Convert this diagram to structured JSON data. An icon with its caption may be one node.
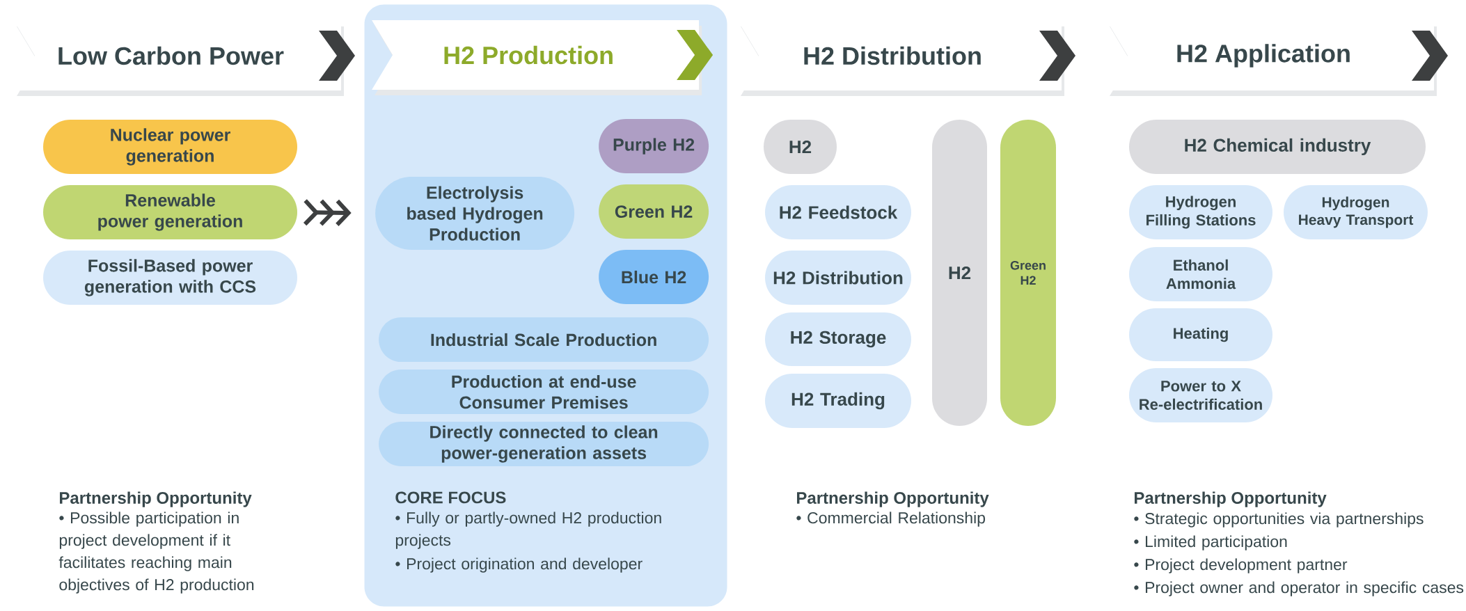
{
  "diagram": {
    "nodes": [
      {
        "text": [
          "Low Carbon Power"
        ]
      },
      {
        "text": [],
        "shape": "box"
      },
      {
        "text": [
          "H2 Production"
        ],
        "in": 1
      },
      {
        "text": [
          "H2 Distribution"
        ]
      },
      {
        "text": [
          "H2 Application"
        ]
      },
      {
        "text": [
          "Nuclear power generation"
        ]
      },
      {
        "text": [
          "Renewable power generation"
        ]
      },
      {
        "text": [
          "Fossil-Based power generation with CCS"
        ]
      },
      {
        "text": [
          "Electrolysis based Hydrogen Production"
        ],
        "in": 1
      },
      {
        "text": [
          "Purple H2"
        ],
        "in": 1
      },
      {
        "text": [
          "Green H2"
        ],
        "in": 1
      },
      {
        "text": [
          "Blue H2"
        ],
        "in": 1
      },
      {
        "text": [
          "Industrial Scale Production"
        ],
        "in": 1
      },
      {
        "text": [
          "Production at end-use Consumer Premises"
        ],
        "in": 1
      },
      {
        "text": [
          "Directly connected to clean power-generation assets"
        ],
        "in": 1
      },
      {
        "text": [
          "H2"
        ]
      },
      {
        "text": [
          "H2 Feedstock"
        ]
      },
      {
        "text": [
          "H2 Distribution"
        ]
      },
      {
        "text": [
          "H2 Storage"
        ]
      },
      {
        "text": [
          "H2 Trading"
        ]
      },
      {
        "text": [
          "H2"
        ]
      },
      {
        "text": [
          "Green H2"
        ]
      },
      {
        "text": [
          "H2 Chemical industry"
        ]
      },
      {
        "text": [
          "Hydrogen Filling Stations"
        ]
      },
      {
        "text": [
          "Hydrogen Heavy Transport"
        ]
      },
      {
        "text": [
          "Ethanol Ammonia"
        ]
      },
      {
        "text": [
          "Heating"
        ]
      },
      {
        "text": [
          "Power to X Re-electrification"
        ]
      }
    ],
    "edges": [
      {
        "from": 6,
        "to": 8,
        "arrow": "to"
      }
    ],
    "labels": [
      "Partnership Opportunity",
      "• Possible participation in project development if it facilitates reaching main objectives of H2 production",
      "CORE FOCUS",
      "• Fully or partly-owned H2 production projects",
      "• Project origination and developer",
      "Partnership Opportunity",
      "• Commercial Relationship",
      "Partnership Opportunity",
      "• Strategic opportunities via partnerships",
      "• Limited participation",
      "• Project development partner",
      "• Project owner and operator in specific cases"
    ]
  }
}
